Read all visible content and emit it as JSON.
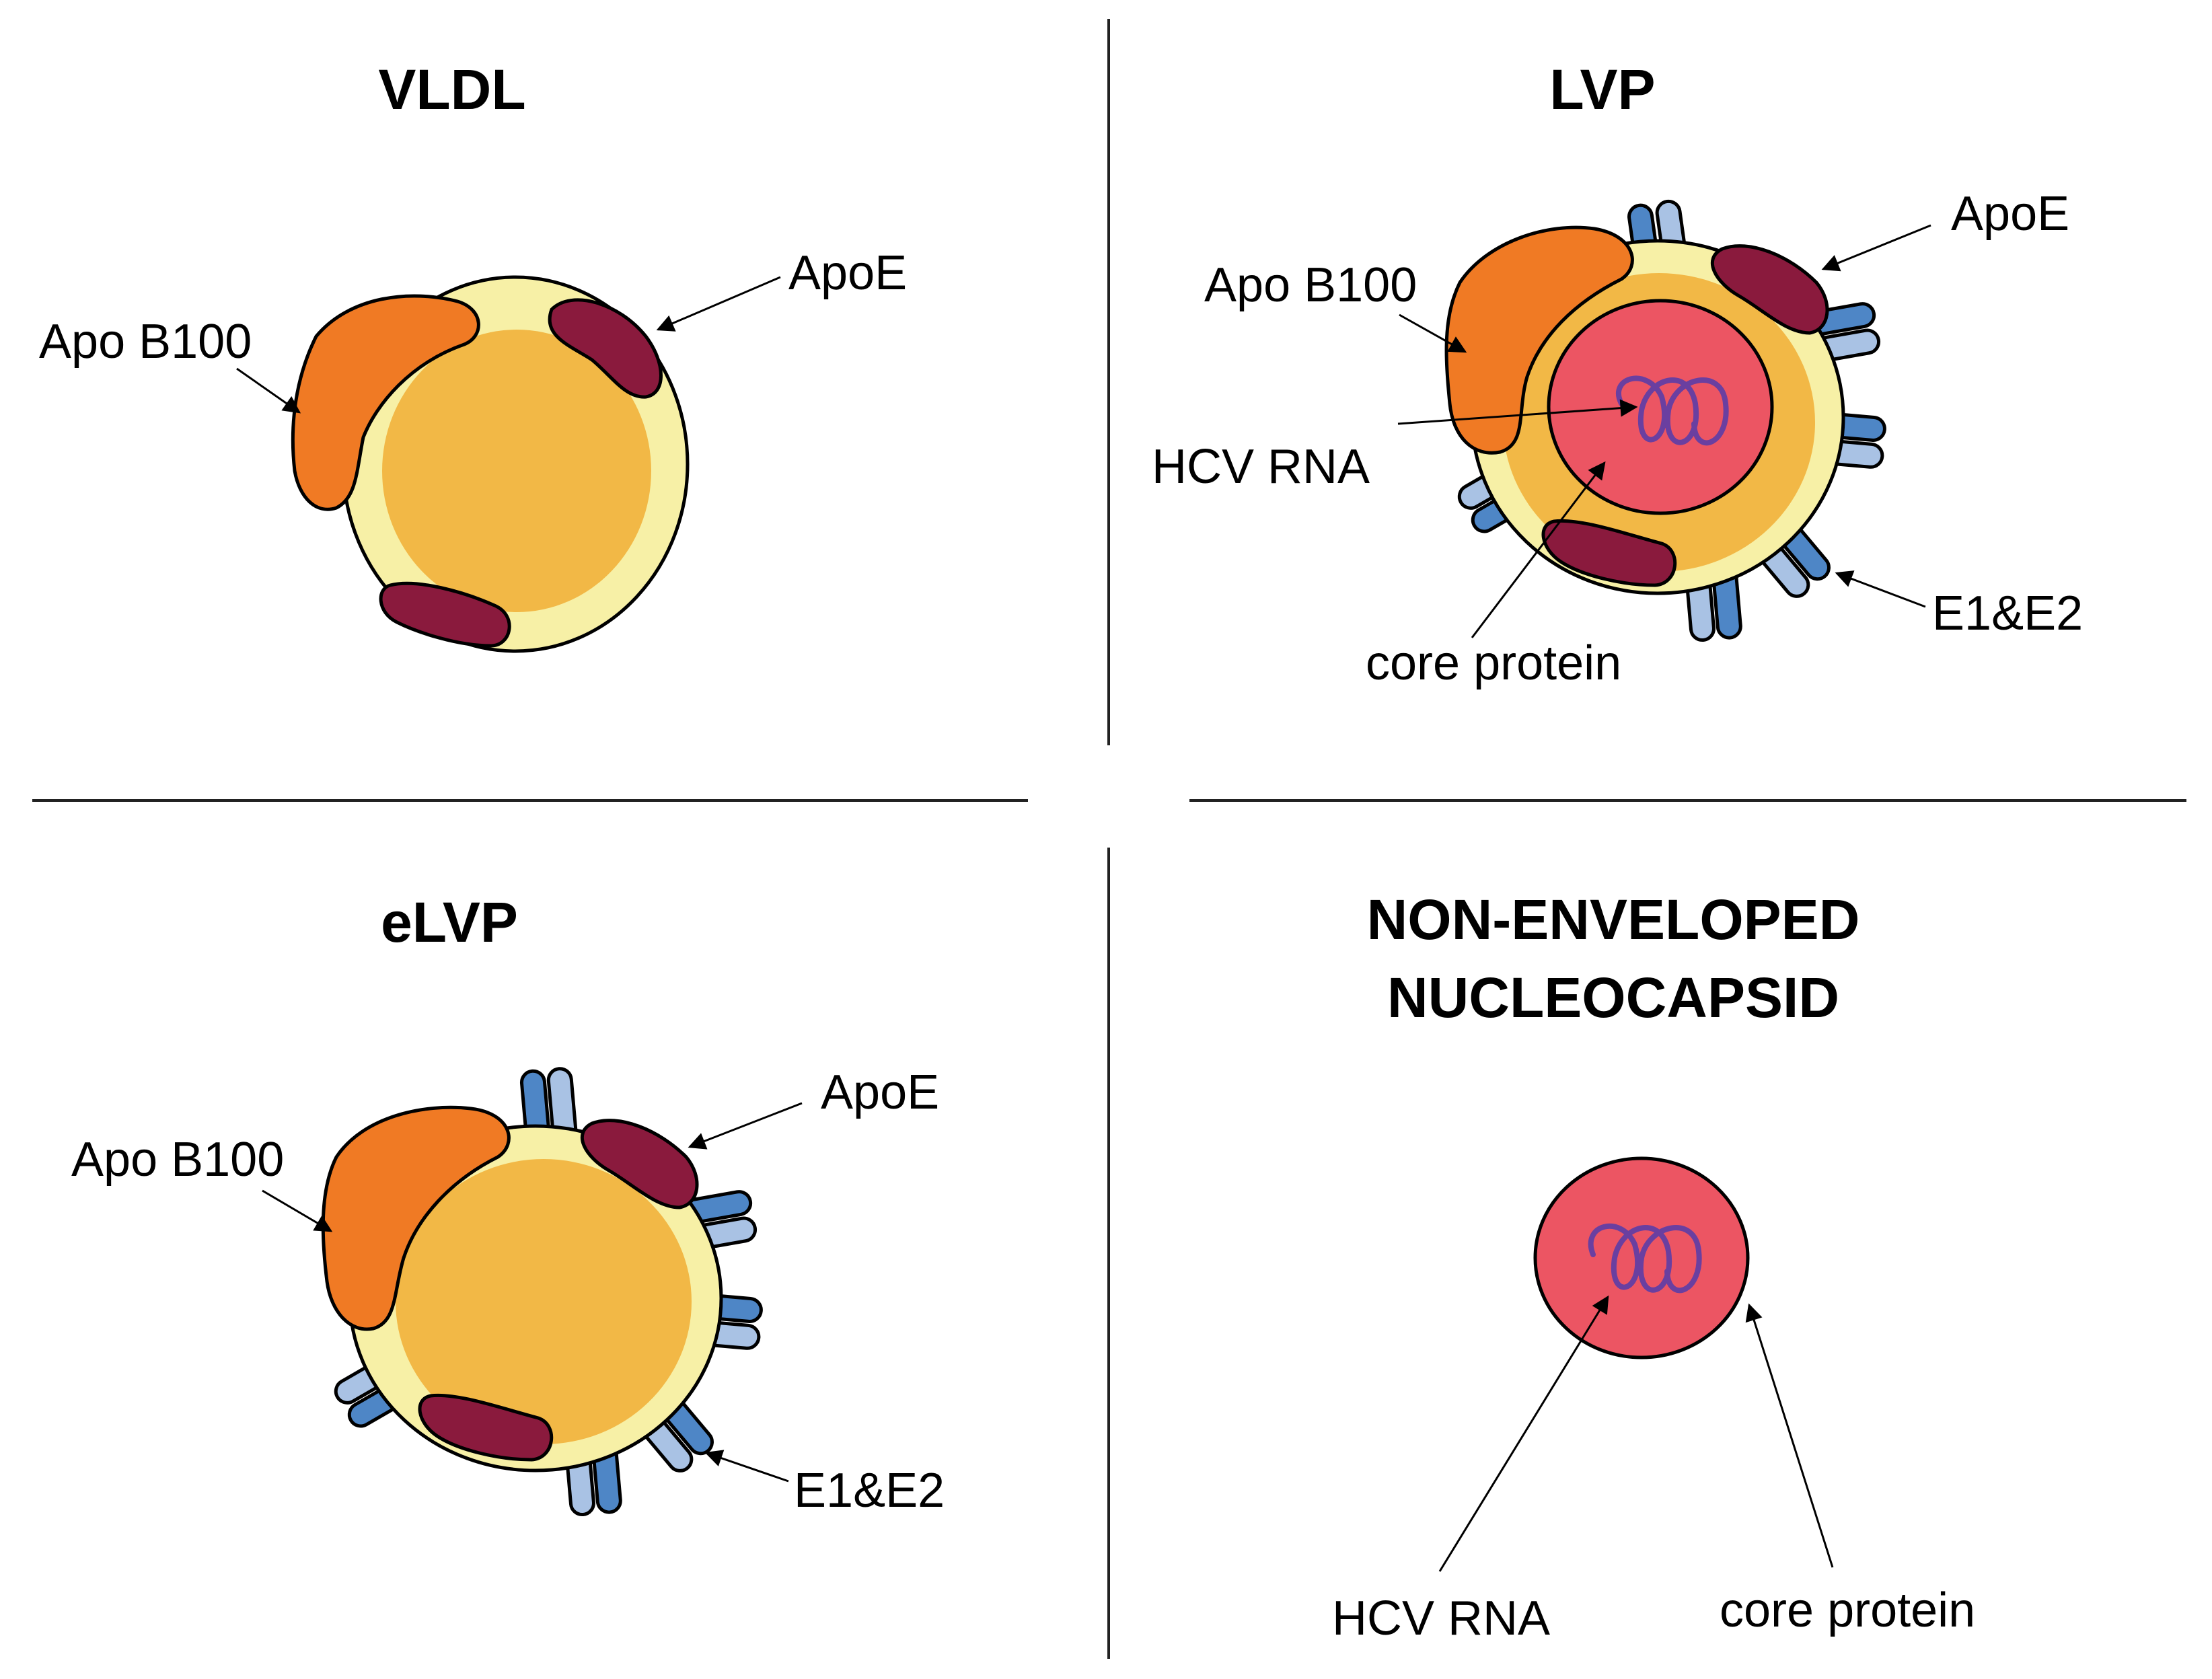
{
  "panels": {
    "vldl": {
      "title": "VLDL",
      "labels": {
        "apob100": "Apo B100",
        "apoe": "ApoE"
      }
    },
    "lvp": {
      "title": "LVP",
      "labels": {
        "apob100": "Apo B100",
        "apoe": "ApoE",
        "hcv_rna": "HCV RNA",
        "core_protein": "core protein",
        "e1e2": "E1&E2"
      }
    },
    "elvp": {
      "title": "eLVP",
      "labels": {
        "apob100": "Apo B100",
        "apoe": "ApoE",
        "e1e2": "E1&E2"
      }
    },
    "nucleocapsid": {
      "title_line1": "NON-ENVELOPED",
      "title_line2": "NUCLEOCAPSID",
      "labels": {
        "hcv_rna": "HCV RNA",
        "core_protein": "core protein"
      }
    }
  },
  "colors": {
    "lipid_shell": "#f7f0a6",
    "lipid_core": "#f2b846",
    "apob100": "#f07a24",
    "apoe": "#8a1a3d",
    "e1e2_dark": "#4e86c6",
    "e1e2_light": "#a9c2e4",
    "core_protein": "#ec5563",
    "rna": "#6a3fa0"
  }
}
